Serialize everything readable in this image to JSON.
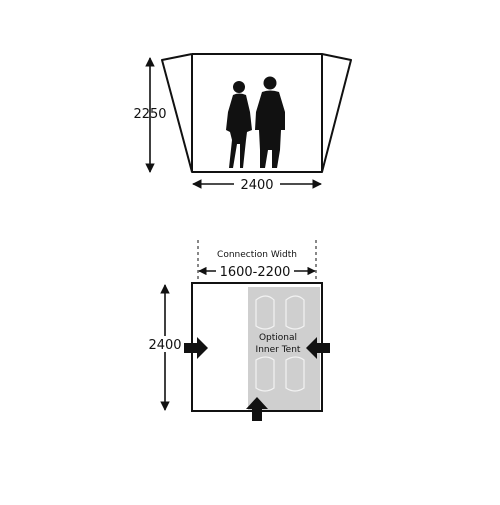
{
  "front_view": {
    "height_label": "2250",
    "width_label": "2400"
  },
  "floor_plan": {
    "connection_title": "Connection Width",
    "connection_range": "1600-2200",
    "depth_label": "2400",
    "inner_tent_line1": "Optional",
    "inner_tent_line2": "Inner Tent"
  },
  "colors": {
    "outline": "#111111",
    "inner_tent_fill": "#cfcfcf",
    "inner_tent_stroke": "#b5b5b5",
    "figures": "#111111"
  }
}
